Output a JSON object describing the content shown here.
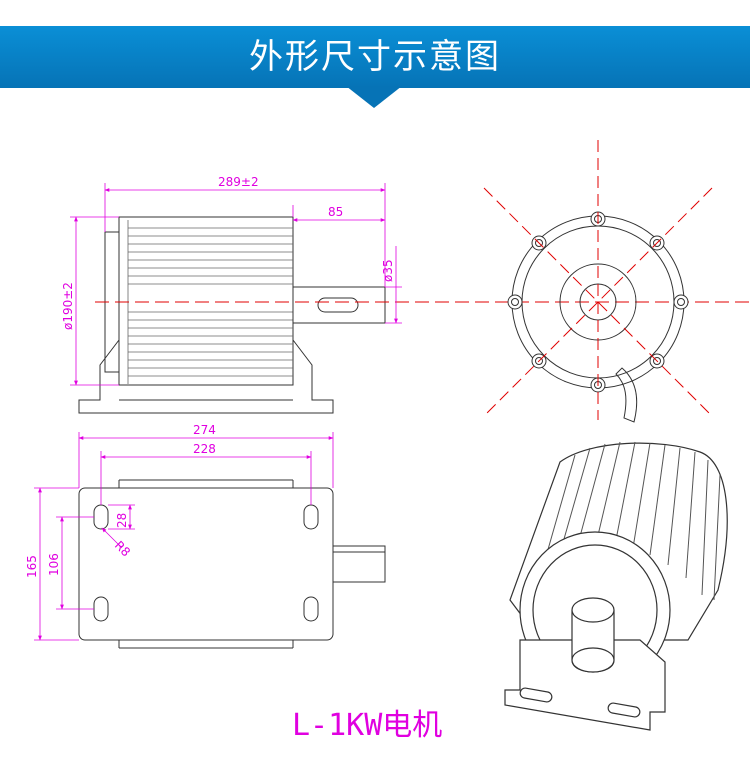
{
  "header": {
    "title": "外形尺寸示意图"
  },
  "dimensions": {
    "overall_length": "289±2",
    "shaft_length": "85",
    "shaft_diameter": "ø35",
    "body_diameter": "ø190±2",
    "base_length": "274",
    "hole_spacing_x": "228",
    "slot_length": "28",
    "slot_radius": "R8",
    "base_width": "165",
    "hole_spacing_y": "106"
  },
  "caption": {
    "model": "L-1KW电机"
  },
  "colors": {
    "banner": "#0673b6",
    "dimension": "#e000e0",
    "centerline": "#e00000",
    "outline": "#333333"
  }
}
